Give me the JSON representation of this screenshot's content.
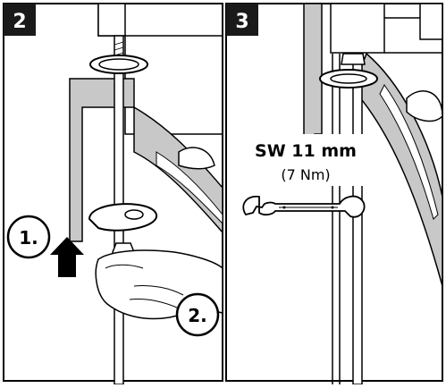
{
  "panels": [
    {
      "step_number": "2"
    },
    {
      "step_number": "3"
    }
  ],
  "callouts": {
    "first": "1.",
    "second": "2."
  },
  "spec": {
    "wrench_size": "SW 11 mm",
    "torque": "(7 Nm)"
  },
  "colors": {
    "line": "#000000",
    "fill_gray": "#c8c8c8",
    "fill_white": "#ffffff",
    "badge_bg": "#1a1a1a"
  },
  "icons": [
    "up-arrow-icon",
    "wrench-icon",
    "hand-icon",
    "nut-icon",
    "washer-icon"
  ]
}
